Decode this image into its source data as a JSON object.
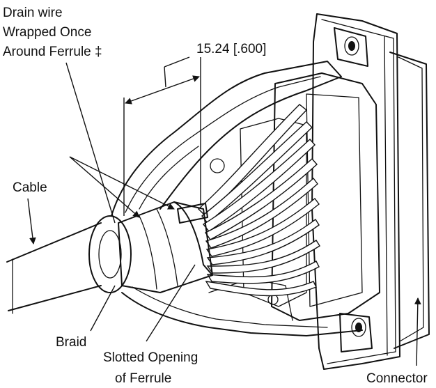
{
  "labels": {
    "drain_wire_1": "Drain wire",
    "drain_wire_2": "Wrapped Once",
    "drain_wire_3": "Around Ferrule ‡",
    "dimension": "15.24 [.600]",
    "cable": "Cable",
    "braid": "Braid",
    "slotted_1": "Slotted Opening",
    "slotted_2": "of Ferrule",
    "connector": "Connector"
  }
}
